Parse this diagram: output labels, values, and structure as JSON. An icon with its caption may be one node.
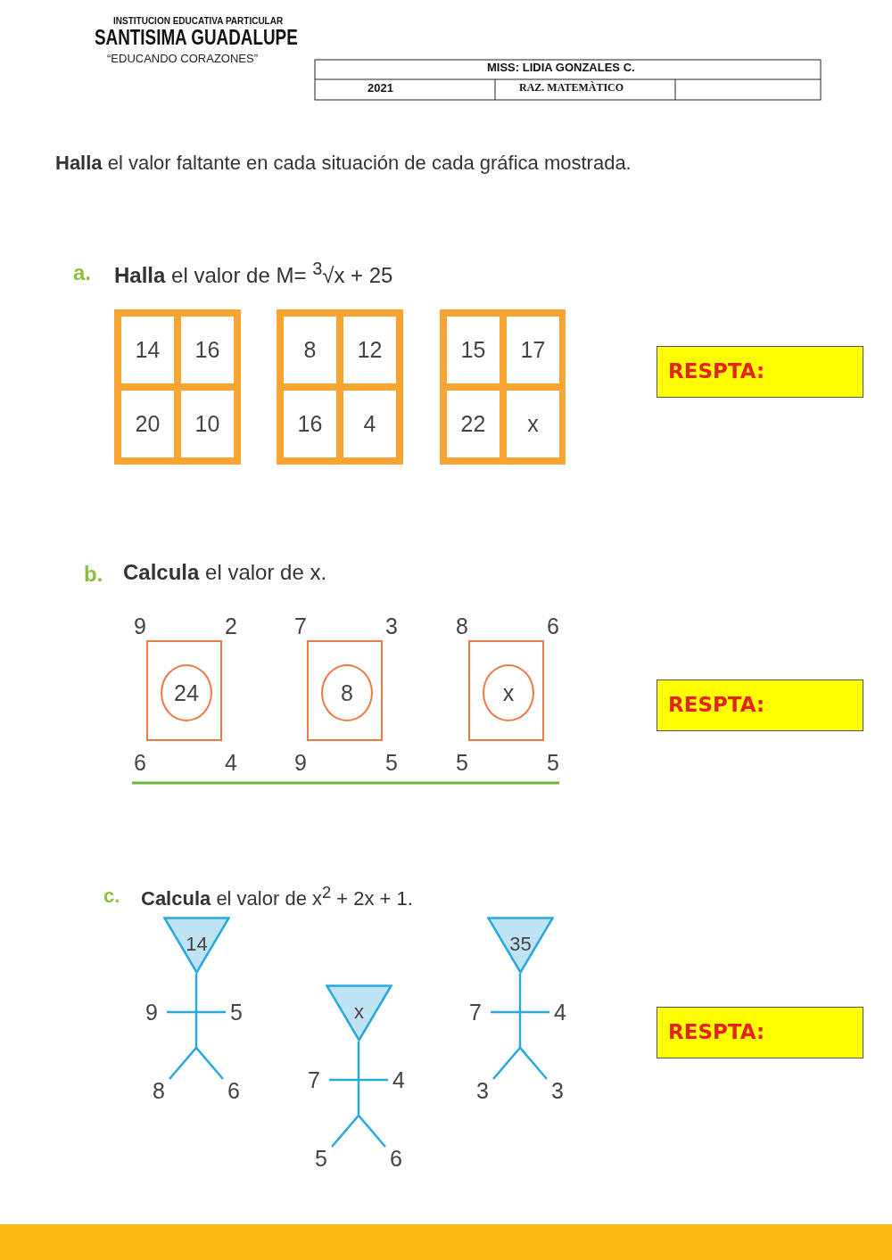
{
  "diagram": {
    "nodes": [
      {
        "text": [],
        "shape": "box"
      },
      {
        "text": [
          "14"
        ],
        "in": 0
      },
      {
        "text": [
          "16"
        ],
        "in": 0
      },
      {
        "text": [
          "20"
        ],
        "in": 0
      },
      {
        "text": [
          "10"
        ],
        "in": 0
      },
      {
        "text": [],
        "shape": "box"
      },
      {
        "text": [
          "8"
        ],
        "in": 5
      },
      {
        "text": [
          "12"
        ],
        "in": 5
      },
      {
        "text": [
          "16"
        ],
        "in": 5
      },
      {
        "text": [
          "4"
        ],
        "in": 5
      },
      {
        "text": [],
        "shape": "box"
      },
      {
        "text": [
          "15"
        ],
        "in": 10
      },
      {
        "text": [
          "17"
        ],
        "in": 10
      },
      {
        "text": [
          "22"
        ],
        "in": 10
      },
      {
        "text": [
          "x"
        ],
        "in": 10
      },
      {
        "text": [
          "RESPTA:"
        ]
      },
      {
        "text": [],
        "shape": "box",
        "beside": [
          "9",
          "2",
          "6",
          "4"
        ]
      },
      {
        "text": [
          "24"
        ],
        "in": 16
      },
      {
        "text": [],
        "shape": "box",
        "beside": [
          "7",
          "3",
          "9",
          "5"
        ]
      },
      {
        "text": [
          "8"
        ],
        "in": 18
      },
      {
        "text": [],
        "shape": "box",
        "beside": [
          "8",
          "6",
          "5",
          "5"
        ]
      },
      {
        "text": [
          "x"
        ],
        "in": 20
      },
      {
        "text": [
          "RESPTA:"
        ]
      },
      {
        "text": [
          "14"
        ],
        "beside": [
          "9",
          "5",
          "8",
          "6"
        ]
      },
      {
        "text": [
          "x"
        ],
        "beside": [
          "7",
          "4",
          "5",
          "6"
        ]
      },
      {
        "text": [
          "35"
        ],
        "beside": [
          "7",
          "4",
          "3",
          "3"
        ]
      },
      {
        "text": [
          "RESPTA:"
        ]
      }
    ],
    "edges": [],
    "labels": [
      "INSTITUCION EDUCATIVA PARTICULAR",
      "SANTISIMA GUADALUPE",
      "“EDUCANDO CORAZONES”",
      "MISS: LIDIA GONZALES C.",
      "2021",
      "RAZ. MATEMÀTICO",
      "**Halla** el valor faltante en cada situación de cada gráfica mostrada.",
      "a.",
      "**Halla** el valor de M= $^{3}$√x + 25",
      "b.",
      "**Calcula** el valor de x.",
      "c.",
      "**Calcula** el valor de x$^{2}$ + 2x + 1."
    ]
  }
}
